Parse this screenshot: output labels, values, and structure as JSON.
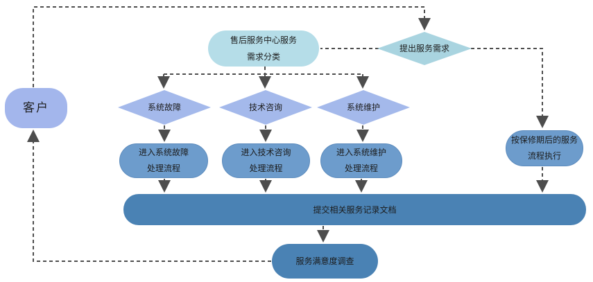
{
  "diagram": {
    "type": "flowchart",
    "language": "zh-CN",
    "nodes": {
      "customer": {
        "label": "客户"
      },
      "service_center": {
        "line1": "售后服务中心服务",
        "line2": "需求分类"
      },
      "propose_demand": {
        "label": "提出服务需求"
      },
      "fault": {
        "label": "系统故障"
      },
      "consult": {
        "label": "技术咨询"
      },
      "maintain": {
        "label": "系统维护"
      },
      "fault_process": {
        "line1": "进入系统故障",
        "line2": "处理流程"
      },
      "consult_process": {
        "line1": "进入技术咨询",
        "line2": "处理流程"
      },
      "maintain_process": {
        "line1": "进入系统维护",
        "line2": "处理流程"
      },
      "warranty_process": {
        "line1": "按保修期后的服务",
        "line2": "流程执行"
      },
      "submit_records": {
        "label": "提交相关服务记录文档"
      },
      "satisfaction_survey": {
        "label": "服务满意度调查"
      }
    },
    "edges": [
      "customer -> propose_demand",
      "propose_demand -> service_center",
      "propose_demand -> warranty_process",
      "service_center -> fault",
      "service_center -> consult",
      "service_center -> maintain",
      "fault -> fault_process",
      "consult -> consult_process",
      "maintain -> maintain_process",
      "fault_process -> submit_records",
      "consult_process -> submit_records",
      "maintain_process -> submit_records",
      "warranty_process -> submit_records",
      "submit_records -> satisfaction_survey",
      "satisfaction_survey -> customer"
    ],
    "colors": {
      "customer_fill": "#a3b6ec",
      "category_diamond_fill": "#a4b9eb",
      "service_center_fill": "#b5dde8",
      "propose_diamond_fill": "#a9d4e0",
      "process_fill": "#6d9ccc",
      "dark_fill": "#4a82b4",
      "connector": "#4d4d4d",
      "text": "#1c1c1c",
      "background": "#ffffff"
    },
    "line_style": "dashed"
  }
}
